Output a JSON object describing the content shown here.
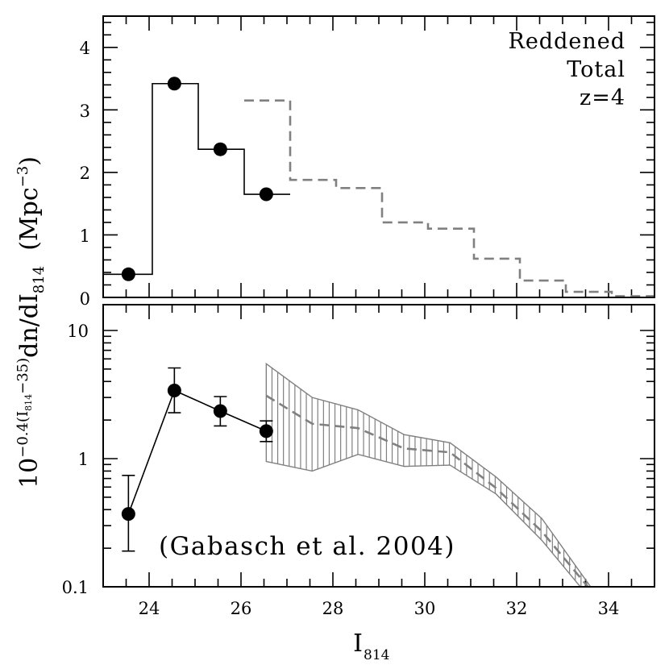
{
  "chart_data": [
    {
      "panel": "top",
      "type": "line",
      "style": "step histogram",
      "xlabel": "I_814",
      "ylabel": "10^{-0.4(I_814-35)} dn/dI_814 (Mpc^-3)",
      "xlim": [
        23,
        35
      ],
      "ylim": [
        0,
        4.5
      ],
      "xticks_major": [
        24,
        26,
        28,
        30,
        32,
        34
      ],
      "yticks_major": [
        0,
        1,
        2,
        3,
        4
      ],
      "ytick_labels": [
        "0",
        "1",
        "2",
        "3",
        "4"
      ],
      "annotation": [
        "Reddened",
        "Total",
        "z=4"
      ],
      "series": [
        {
          "name": "Gabasch et al. 2004 (observed, solid histogram with points)",
          "color": "#000000",
          "bin_edges": [
            23.0,
            24.07,
            25.07,
            26.07,
            27.07
          ],
          "values": [
            0.37,
            3.42,
            2.37,
            1.65
          ],
          "points_x": [
            23.55,
            24.55,
            25.55,
            26.55
          ],
          "points_y": [
            0.37,
            3.42,
            2.37,
            1.65
          ]
        },
        {
          "name": "Reddened total model (dashed histogram)",
          "color": "#808080",
          "bin_edges": [
            26.07,
            27.07,
            28.07,
            29.07,
            30.07,
            31.07,
            32.07,
            33.07,
            34.07,
            35.0
          ],
          "values": [
            3.15,
            1.88,
            1.75,
            1.2,
            1.1,
            0.62,
            0.27,
            0.09,
            0.02
          ]
        }
      ]
    },
    {
      "panel": "bottom",
      "type": "line",
      "yscale": "log",
      "xlabel": "I_814",
      "ylabel": "10^{-0.4(I_814-35)} dn/dI_814 (Mpc^-3)",
      "xlim": [
        23,
        35
      ],
      "ylim": [
        0.1,
        15.8
      ],
      "xticks_major": [
        24,
        26,
        28,
        30,
        32,
        34
      ],
      "xtick_labels": [
        "24",
        "26",
        "28",
        "30",
        "32",
        "34"
      ],
      "yticks_major": [
        0.1,
        1,
        10
      ],
      "ytick_labels": [
        "0.1",
        "1",
        "10"
      ],
      "annotation": "(Gabasch et al. 2004)",
      "series": [
        {
          "name": "Gabasch et al. 2004 (points with error bars)",
          "color": "#000000",
          "x": [
            23.55,
            24.55,
            25.55,
            26.55
          ],
          "y": [
            0.37,
            3.4,
            2.35,
            1.64
          ],
          "err_low": [
            0.19,
            2.28,
            1.8,
            1.36
          ],
          "err_high": [
            0.74,
            5.1,
            3.05,
            1.97
          ]
        },
        {
          "name": "Model median (dashed)",
          "color": "#808080",
          "x": [
            26.55,
            27.55,
            28.55,
            29.55,
            30.55,
            31.55,
            32.55,
            33.55
          ],
          "y": [
            3.1,
            1.87,
            1.73,
            1.2,
            1.12,
            0.59,
            0.27,
            0.1
          ]
        },
        {
          "name": "Model uncertainty band (hatched)",
          "color": "#808080",
          "x": [
            26.55,
            27.55,
            28.55,
            29.55,
            30.55,
            31.55,
            32.55,
            33.6
          ],
          "upper": [
            5.5,
            3.0,
            2.4,
            1.54,
            1.33,
            0.72,
            0.34,
            0.1
          ],
          "lower": [
            0.95,
            0.8,
            1.08,
            0.87,
            0.89,
            0.53,
            0.23,
            0.1
          ]
        }
      ]
    }
  ],
  "labels": {
    "annotation_line1": "Reddened",
    "annotation_line2": "Total",
    "annotation_line3": "z=4",
    "citation": "(Gabasch et al. 2004)",
    "x_axis_main": "I",
    "x_axis_sub": "814",
    "y_axis_prefix": "10",
    "y_axis_exp_a": "−0.4(I",
    "y_axis_exp_sub": "814",
    "y_axis_exp_b": "−35)",
    "y_axis_mid": "dn/dI",
    "y_axis_mid_sub": "814",
    "y_axis_units_a": "  (Mpc",
    "y_axis_units_exp": "−3",
    "y_axis_units_b": ")"
  },
  "top_axis": {
    "ytick_labels": [
      "0",
      "1",
      "2",
      "3",
      "4"
    ]
  },
  "bottom_axis": {
    "ytick_labels": [
      "0.1",
      "1",
      "10"
    ],
    "xtick_labels": [
      "24",
      "26",
      "28",
      "30",
      "32",
      "34"
    ]
  }
}
